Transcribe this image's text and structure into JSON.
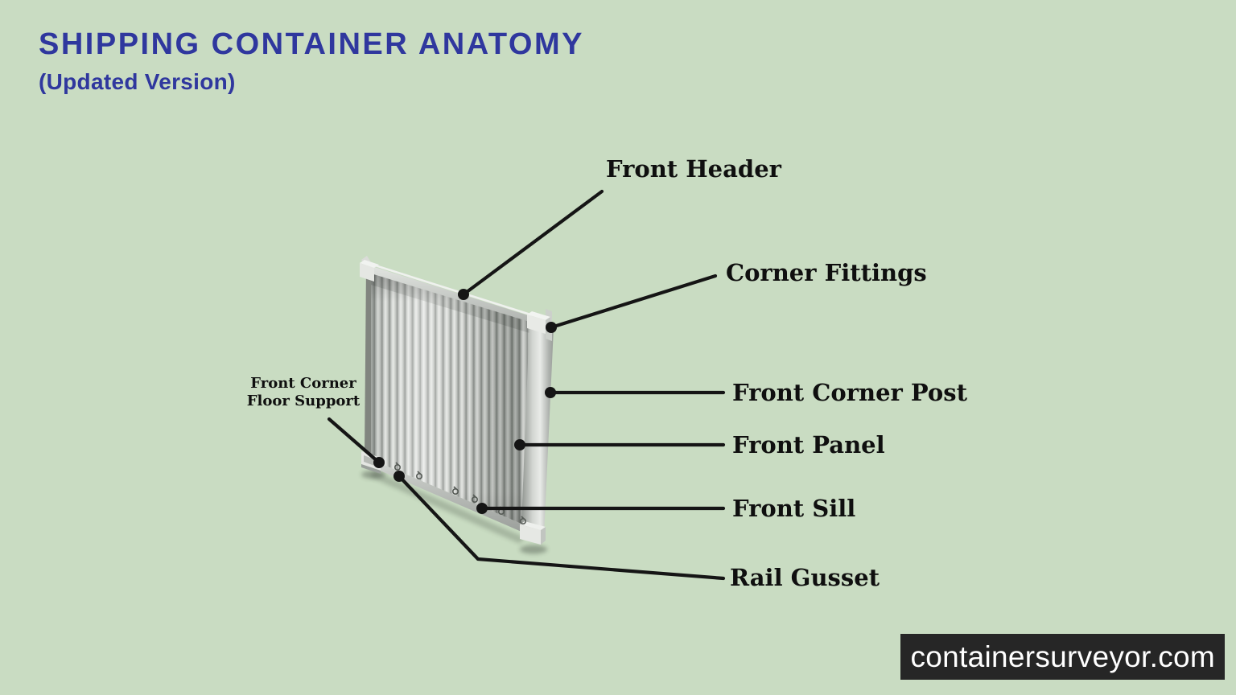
{
  "colors": {
    "background": "#c9dcc2",
    "title": "#2f379e",
    "label_text": "#0f0f0f",
    "leader_line": "#151515",
    "container_light_gray": "#e8eae7",
    "container_mid_gray": "#b9bdb9",
    "container_dark_gray": "#878b87",
    "watermark_bg": "#262626",
    "watermark_text": "#ffffff"
  },
  "header": {
    "title": "SHIPPING CONTAINER ANATOMY",
    "subtitle": "(Updated Version)"
  },
  "diagram": {
    "labels": [
      {
        "id": "front-header",
        "text": "Front Header"
      },
      {
        "id": "corner-fittings",
        "text": "Corner Fittings"
      },
      {
        "id": "front-corner-post",
        "text": "Front Corner Post"
      },
      {
        "id": "front-panel",
        "text": "Front Panel"
      },
      {
        "id": "front-sill",
        "text": "Front Sill"
      },
      {
        "id": "rail-gusset",
        "text": "Rail Gusset"
      },
      {
        "id": "front-corner-floor-support",
        "line1": "Front Corner",
        "line2": "Floor Support"
      }
    ]
  },
  "watermark": {
    "text": "containersurveyor.com"
  }
}
